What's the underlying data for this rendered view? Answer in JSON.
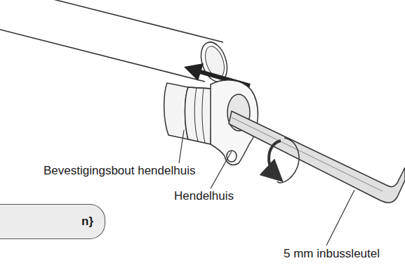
{
  "diagram": {
    "nodes": [
      {
        "text": [
          "n}"
        ]
      }
    ],
    "labels": [
      "Bevestigingsbout hendelhuis",
      "Hendelhuis",
      "5 mm inbussleutel"
    ]
  }
}
